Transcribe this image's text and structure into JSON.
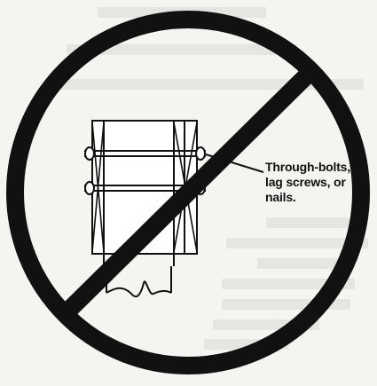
{
  "callout": {
    "lines": [
      "Through-bolts,",
      "lag screws, or",
      "nails."
    ]
  },
  "colors": {
    "ink": "#111111",
    "paper": "#f4f4f1",
    "faded_text": "#d9d9d6"
  }
}
